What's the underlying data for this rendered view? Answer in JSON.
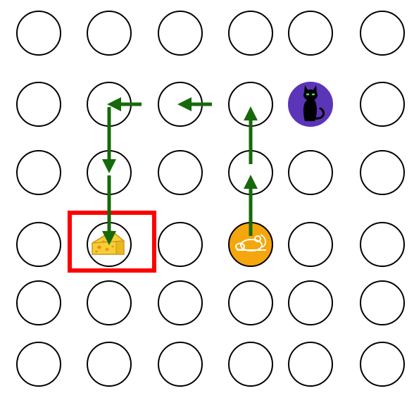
{
  "grid": {
    "rows": 6,
    "cols": 6
  },
  "pieces": [
    {
      "kind": "cat",
      "row": 1,
      "col": 4,
      "icon": "cat-icon",
      "background": "#5b35b8"
    },
    {
      "kind": "mouse",
      "row": 3,
      "col": 3,
      "icon": "mouse-icon",
      "background": "#f4a60c"
    },
    {
      "kind": "cheese",
      "row": 3,
      "col": 1,
      "icon": "cheese-icon",
      "background": "#ffffff"
    }
  ],
  "goal": {
    "row": 3,
    "col": 1,
    "border_color": "#ff0000"
  },
  "path": {
    "color": "#16690a",
    "cells": [
      [
        3,
        3
      ],
      [
        2,
        3
      ],
      [
        1,
        3
      ],
      [
        1,
        2
      ],
      [
        1,
        1
      ],
      [
        2,
        1
      ],
      [
        3,
        1
      ]
    ]
  }
}
